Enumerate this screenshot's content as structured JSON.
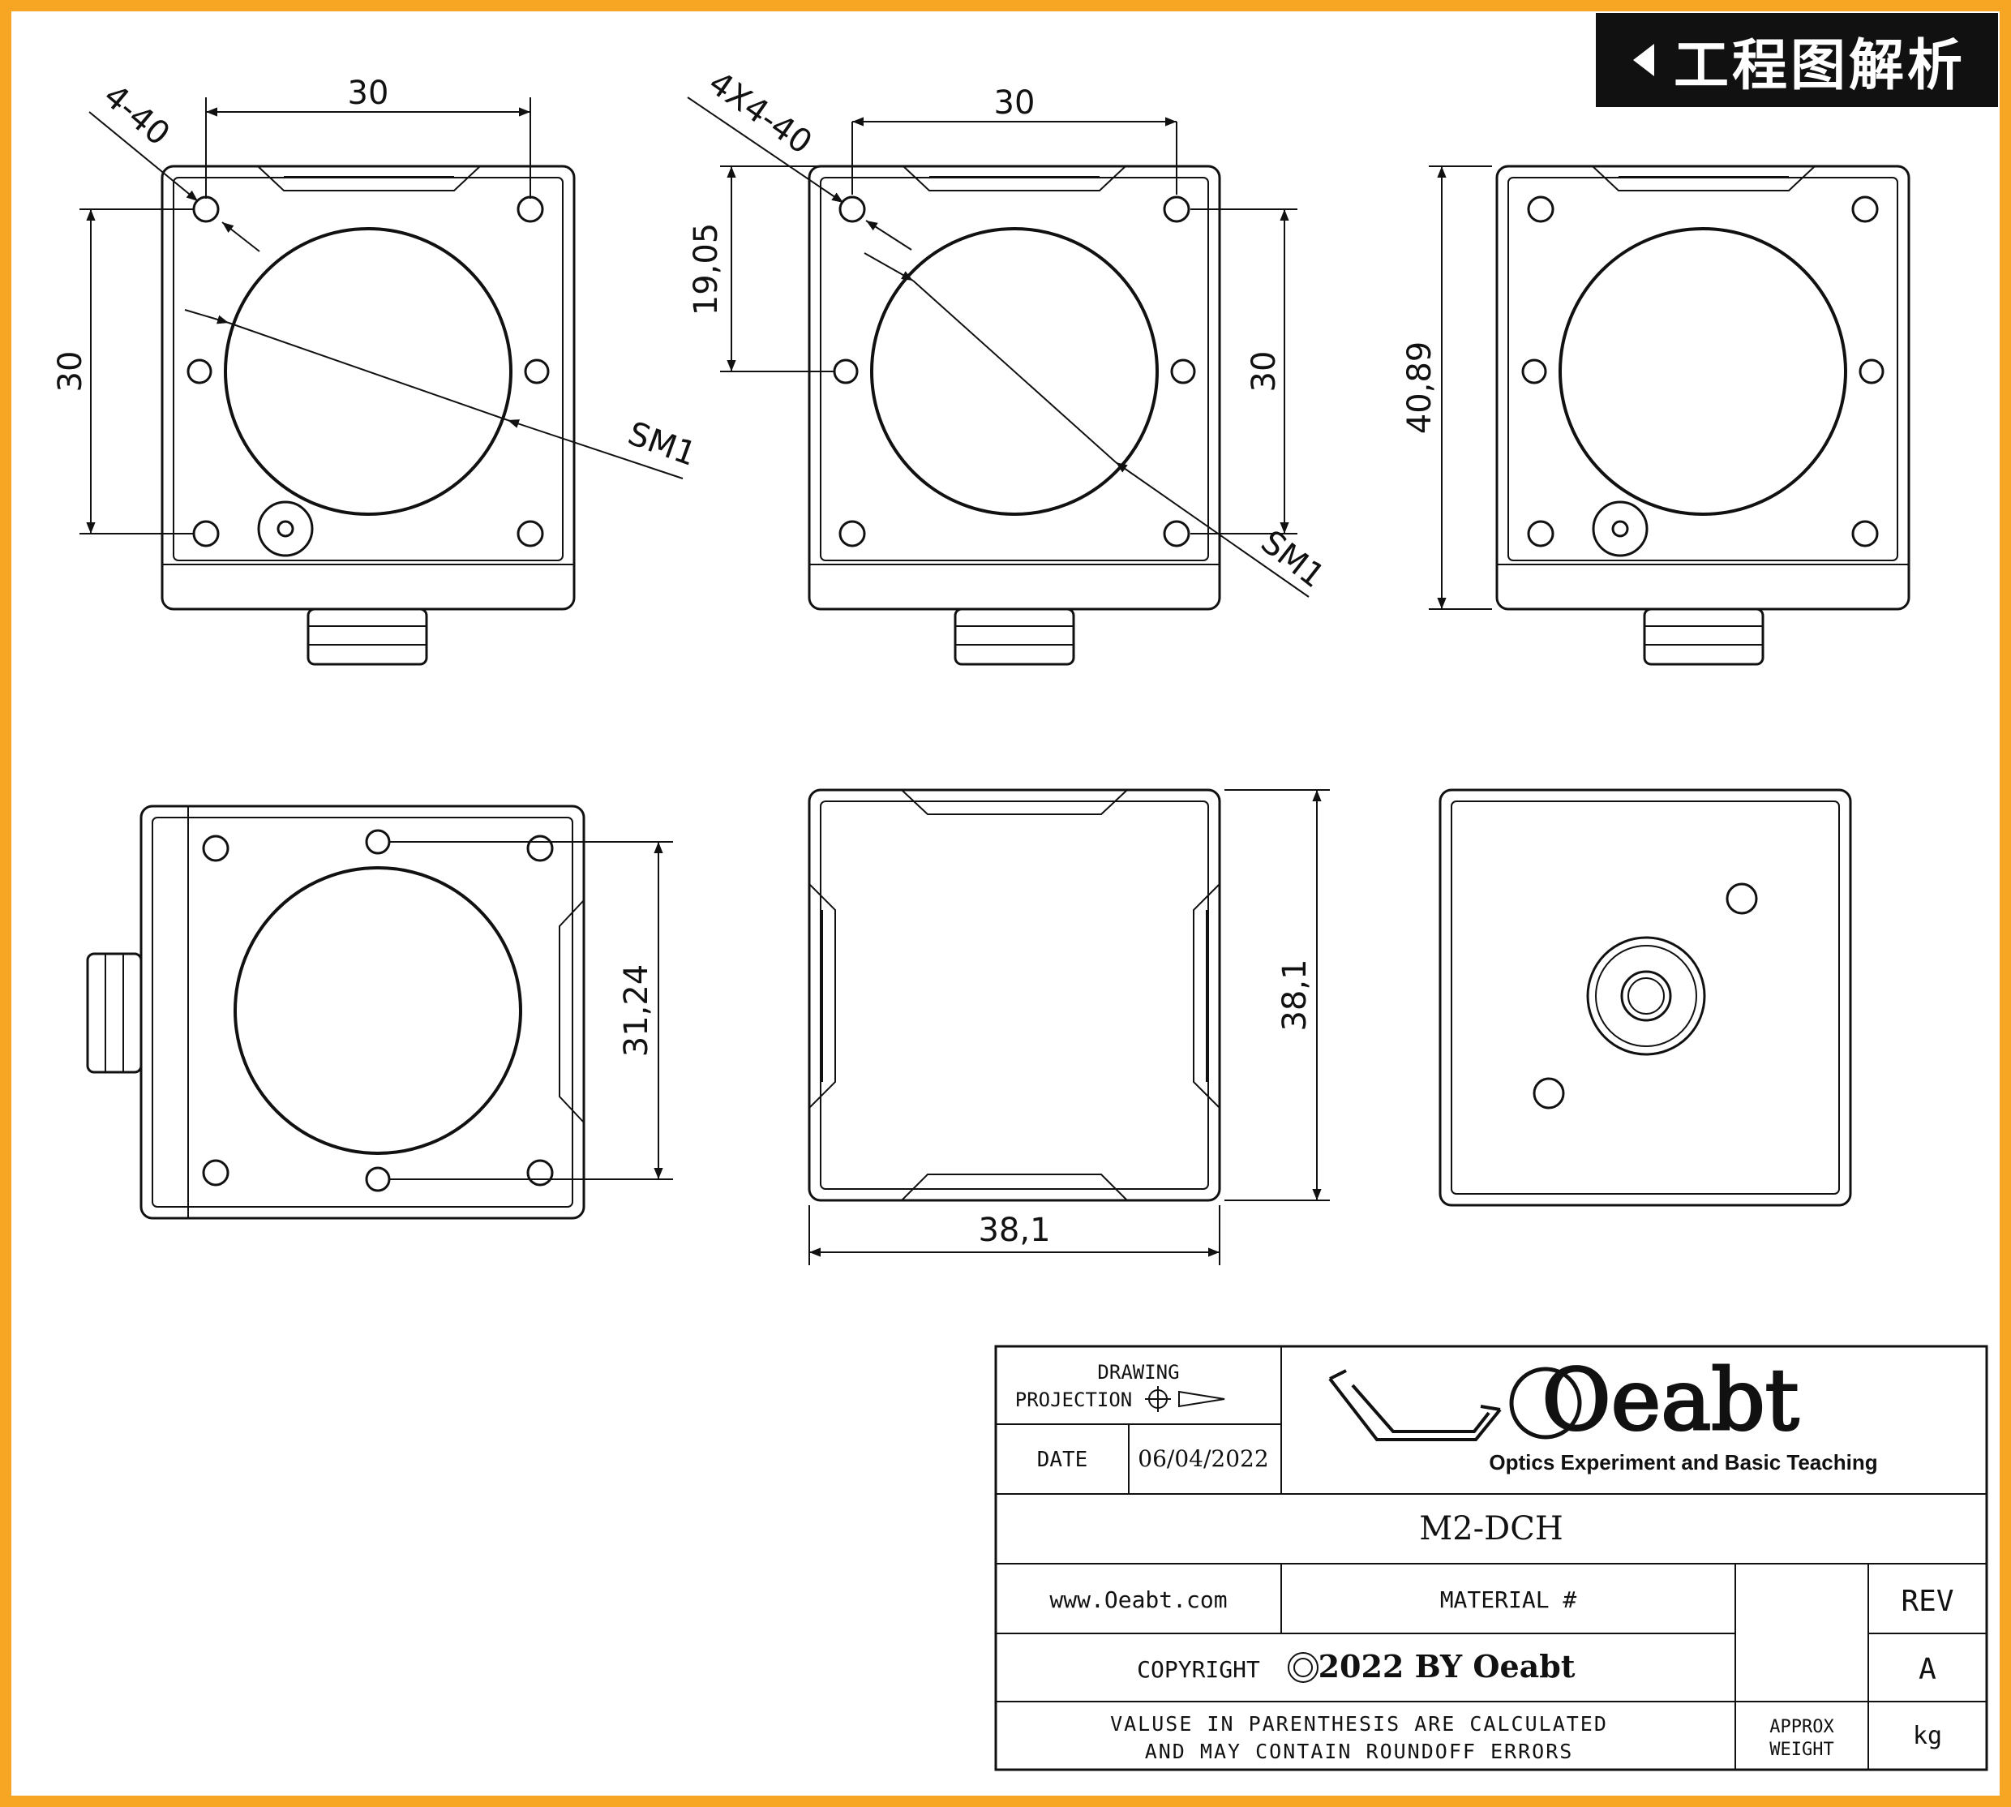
{
  "badge": {
    "label": "工程图解析",
    "icon": "chevron-left-icon"
  },
  "dimensions": {
    "view1_top": "30",
    "view1_left": "30",
    "view1_thread": "4-40",
    "view1_sm": "SM1",
    "view2_top": "30",
    "view2_left": "19,05",
    "view2_right": "30",
    "view2_thread": "4X4-40",
    "view2_sm": "SM1",
    "view3_height": "40,89",
    "view4_right": "31,24",
    "view5_right": "38,1",
    "view5_bottom": "38,1"
  },
  "title_block": {
    "drawing_projection_line1": "DRAWING",
    "drawing_projection_line2": "PROJECTION",
    "date_label": "DATE",
    "date_value": "06/04/2022",
    "logo_text": "Oeabt",
    "logo_tagline": "Optics Experiment and Basic Teaching",
    "part_number": "M2-DCH",
    "website": "www.Oeabt.com",
    "material_label": "MATERIAL #",
    "rev_label": "REV",
    "rev_value": "A",
    "copyright_label": "COPYRIGHT",
    "copyright_value": "2022 BY Oeabt",
    "note_line1": "VALUSE IN PARENTHESIS ARE CALCULATED",
    "note_line2": "AND MAY CONTAIN ROUNDOFF ERRORS",
    "weight_line1": "APPROX",
    "weight_line2": "WEIGHT",
    "weight_unit": "kg"
  },
  "colors": {
    "frame": "#F6A623",
    "ink": "#111111",
    "badge_bg": "#111111"
  }
}
